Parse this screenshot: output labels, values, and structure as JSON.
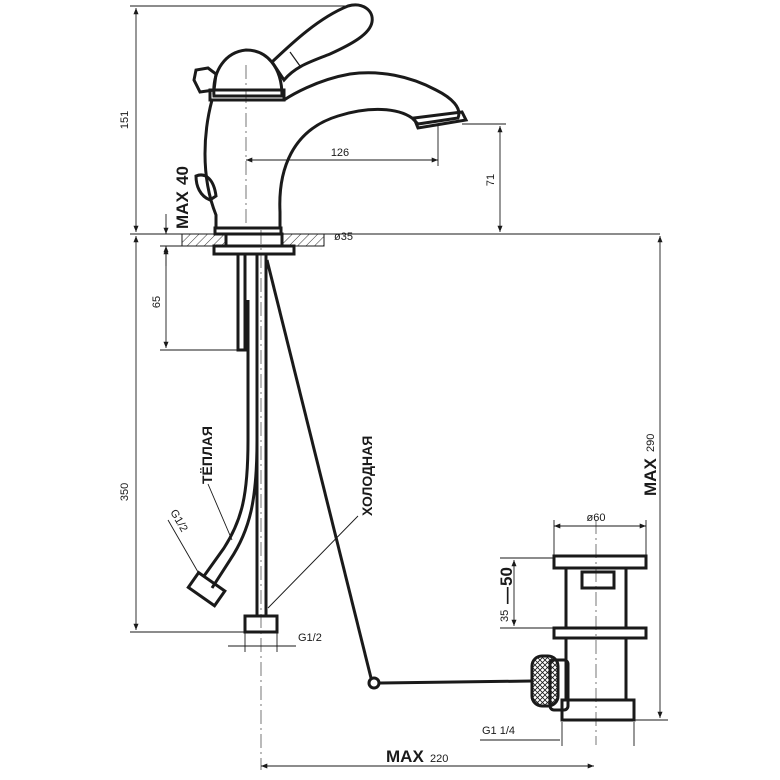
{
  "dims": {
    "h_total_top": "151",
    "spout_reach": "126",
    "spout_height": "71",
    "max_thickness_label": "MAX",
    "max_thickness_value": "40",
    "hole_dia": "ø35",
    "shank_len": "65",
    "hose_len": "350",
    "g_hot": "G1/2",
    "g_cold": "G1/2",
    "drain_dia": "ø60",
    "drain_range_35": "35",
    "drain_range_sep": "—",
    "drain_range_50": "50",
    "drain_thread": "G1 1/4",
    "max_depth_label": "MAX",
    "max_depth_value": "290",
    "max_reach_label": "MAX",
    "max_reach_value": "220"
  },
  "labels": {
    "hot": "ТЁПЛАЯ",
    "cold": "ХОЛОДНАЯ"
  }
}
